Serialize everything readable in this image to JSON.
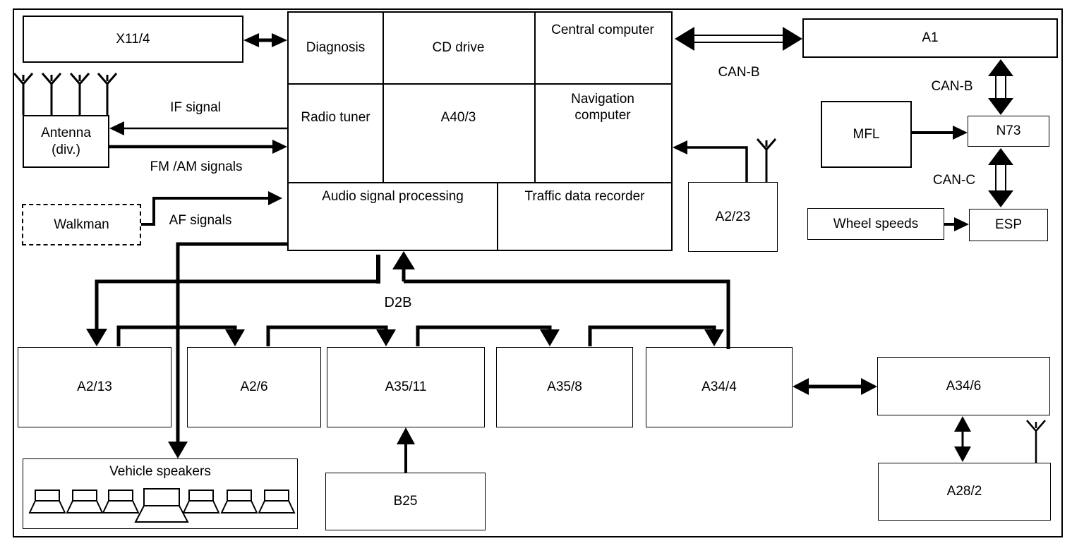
{
  "diagram": {
    "colors": {
      "line": "#000000",
      "background": "#ffffff"
    },
    "head_unit": {
      "diagnosis": "Diagnosis",
      "cd_drive": "CD drive",
      "central_computer": "Central computer",
      "radio_tuner": "Radio tuner",
      "designation": "A40/3",
      "navigation_computer": "Navigation computer",
      "audio_signal_processing": "Audio signal processing",
      "traffic_data_recorder": "Traffic data recorder"
    },
    "boxes": {
      "x11_4": "X11/4",
      "antenna_div": "Antenna (div.)",
      "walkman": "Walkman",
      "a2_23": "A2/23",
      "a1": "A1",
      "mfl": "MFL",
      "n73": "N73",
      "wheel_speeds": "Wheel speeds",
      "esp": "ESP",
      "a2_13": "A2/13",
      "a2_6": "A2/6",
      "a35_11": "A35/11",
      "a35_8": "A35/8",
      "a34_4": "A34/4",
      "a34_6": "A34/6",
      "a28_2": "A28/2",
      "b25": "B25",
      "vehicle_speakers": "Vehicle speakers"
    },
    "signal_labels": {
      "if_signal": "IF signal",
      "fm_am_signals": "FM /AM signals",
      "af_signals": "AF signals",
      "d2b": "D2B",
      "can_b_a1": "CAN-B",
      "can_b_n73": "CAN-B",
      "can_c": "CAN-C"
    }
  }
}
